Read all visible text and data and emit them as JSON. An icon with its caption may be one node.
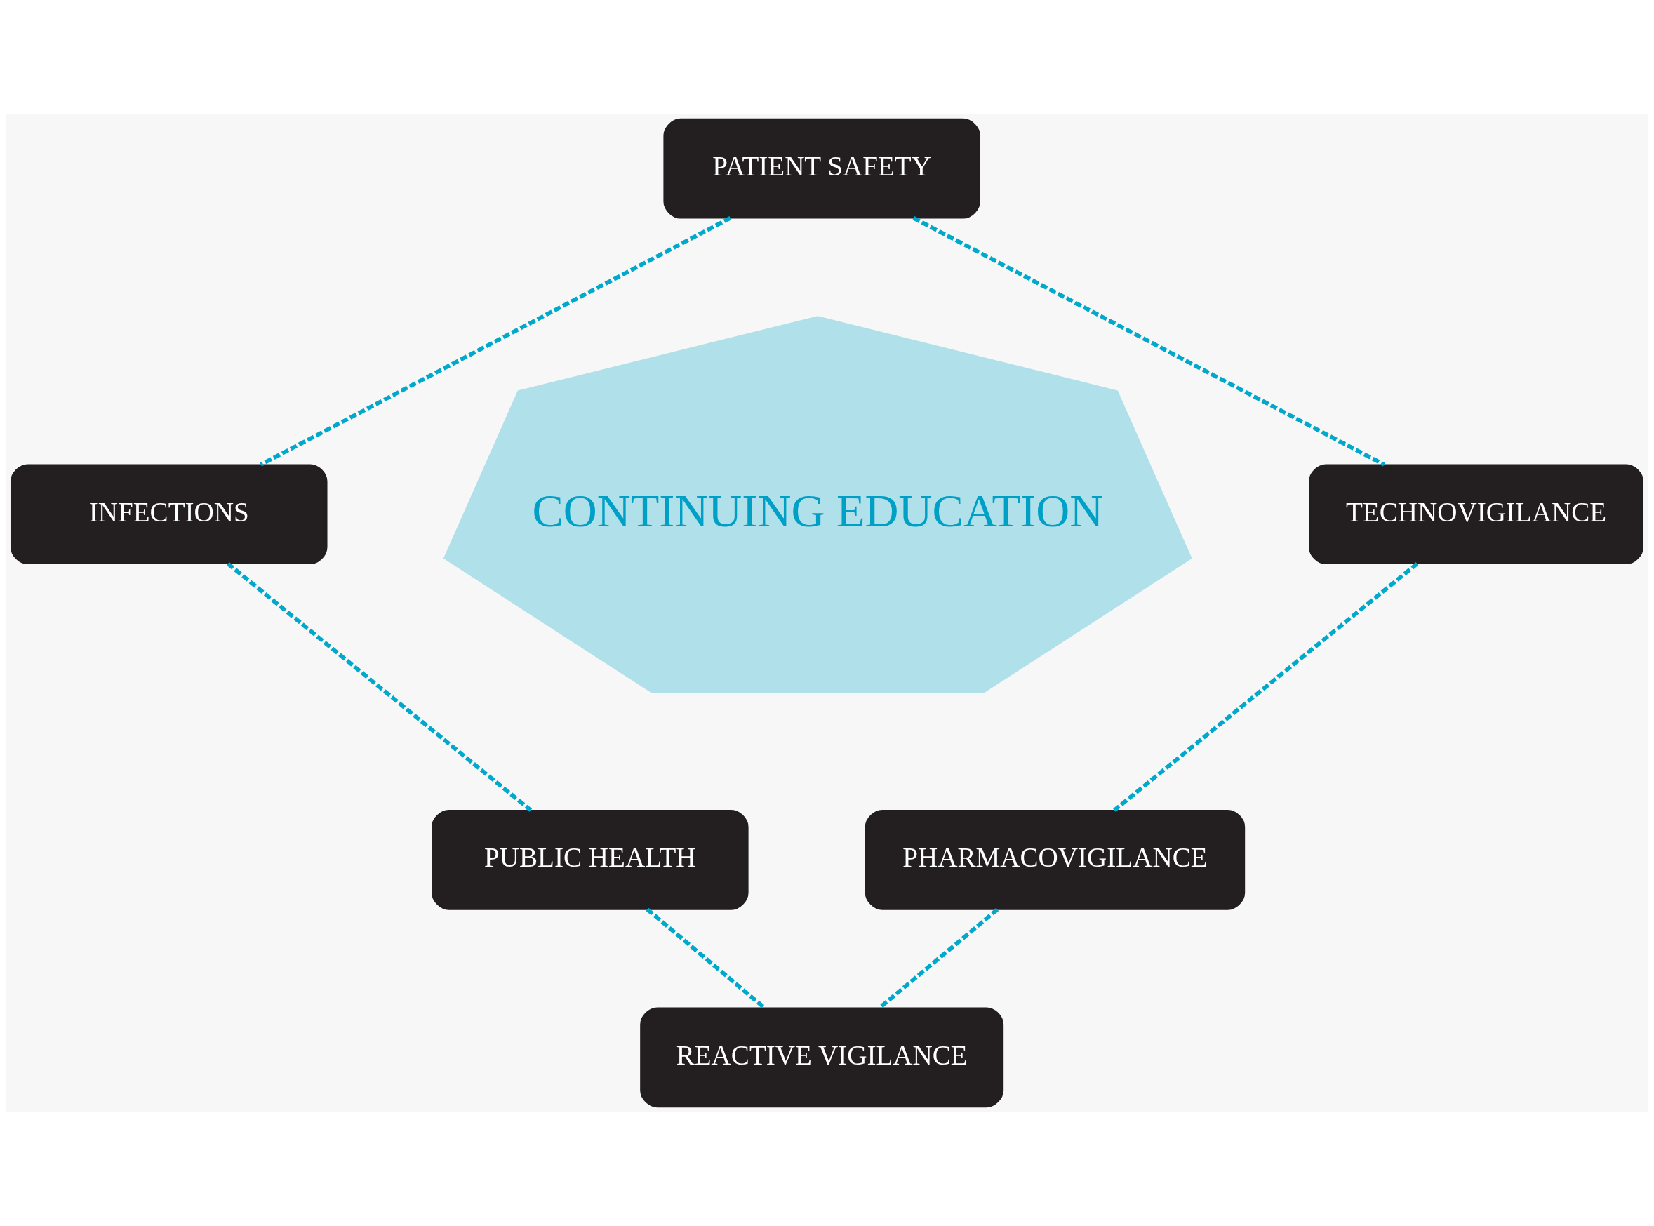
{
  "diagram": {
    "nodes": [
      {
        "text": [
          "PATIENT SAFETY"
        ]
      },
      {
        "text": [
          "INFECTIONS"
        ]
      },
      {
        "text": [
          "TECHNOVIGILANCE"
        ]
      },
      {
        "text": [
          "CONTINUING EDUCATION"
        ]
      },
      {
        "text": [
          "PUBLIC HEALTH"
        ]
      },
      {
        "text": [
          "PHARMACOVIGILANCE"
        ]
      },
      {
        "text": [
          "REACTIVE VIGILANCE"
        ]
      }
    ],
    "edges": [
      {
        "from": 0,
        "to": 2,
        "arrow": "none",
        "style": "dashed"
      },
      {
        "from": 2,
        "to": 5,
        "arrow": "none",
        "style": "dashed"
      },
      {
        "from": 5,
        "to": 6,
        "arrow": "none",
        "style": "dashed"
      },
      {
        "from": 4,
        "to": 6,
        "arrow": "none",
        "style": "dashed"
      },
      {
        "from": 1,
        "to": 4,
        "arrow": "none",
        "style": "dashed"
      },
      {
        "from": 0,
        "to": 1,
        "arrow": "none",
        "style": "dashed"
      }
    ]
  }
}
